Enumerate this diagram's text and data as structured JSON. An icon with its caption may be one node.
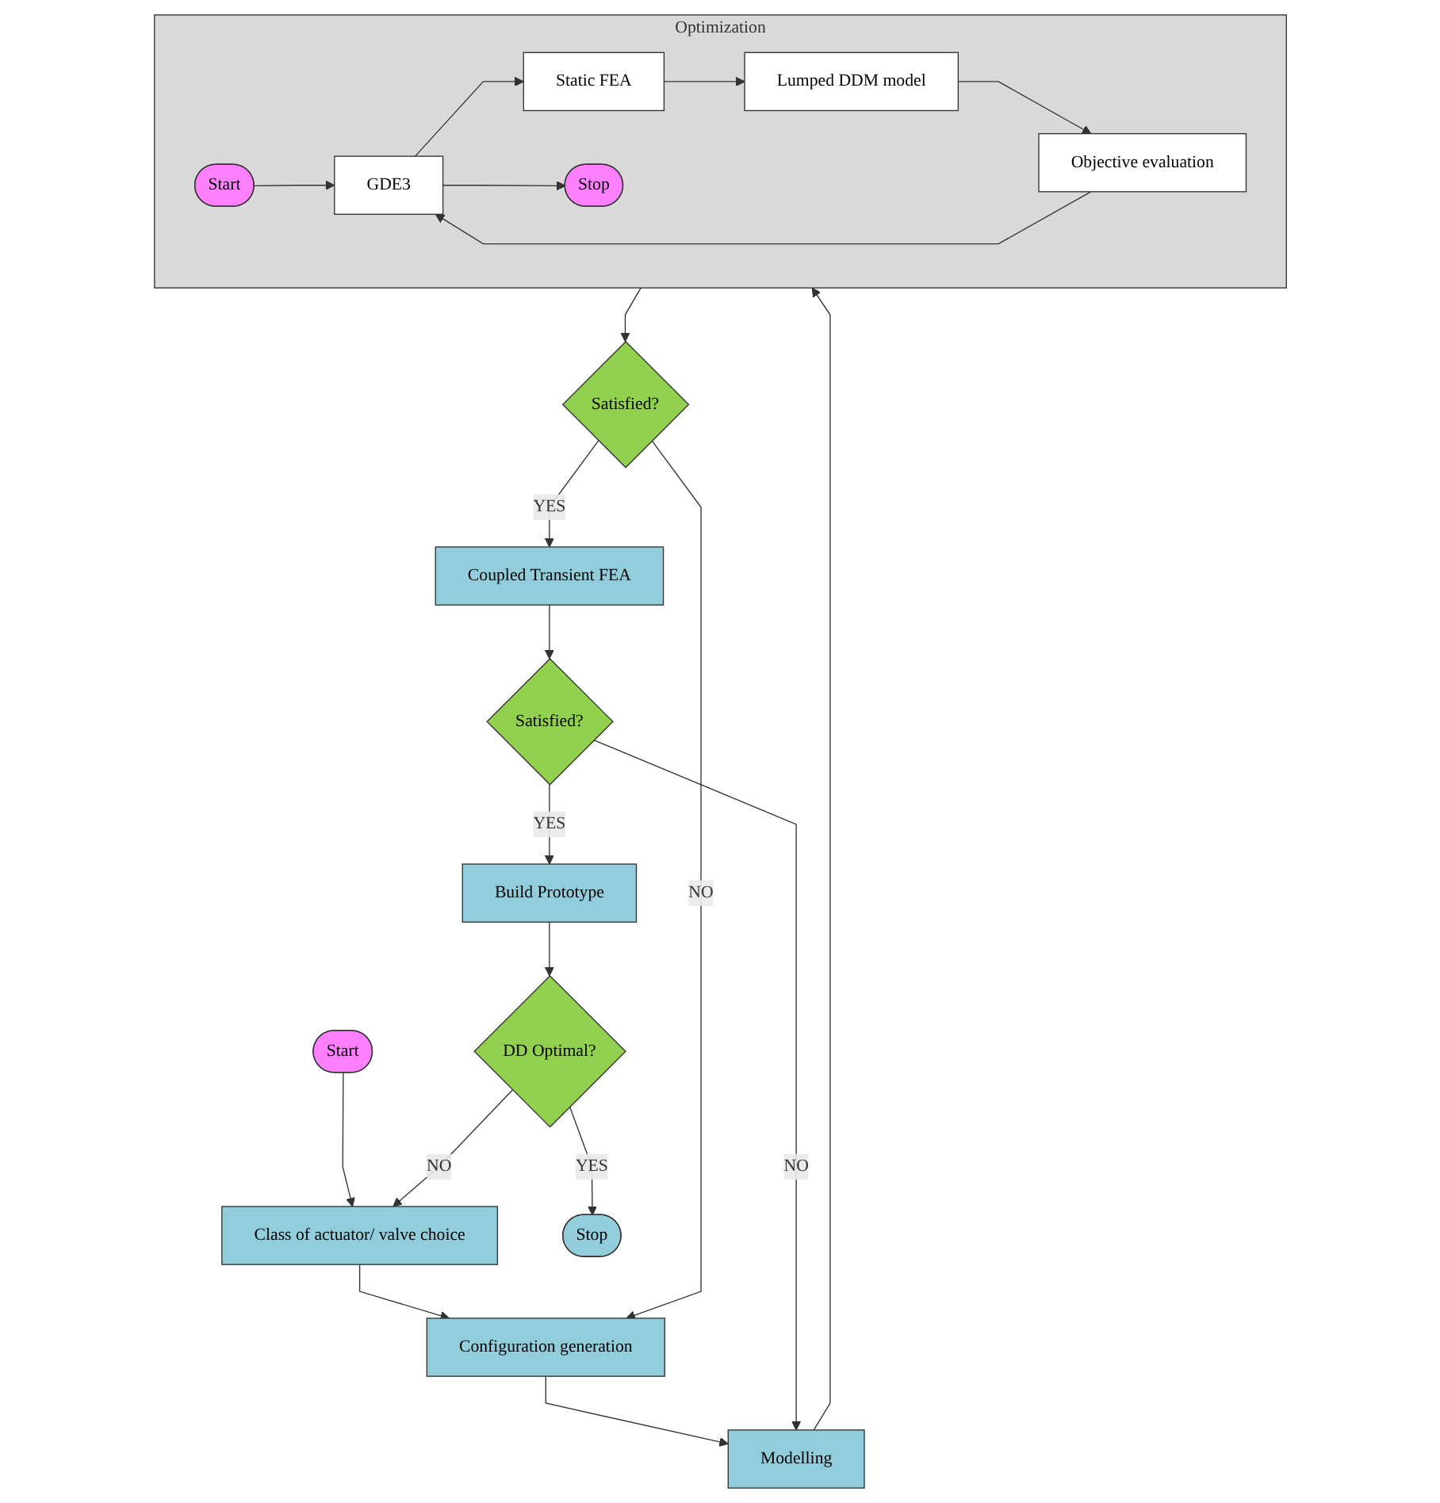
{
  "diagram": {
    "nodes": [
      {
        "text": [
          "Start"
        ]
      },
      {
        "text": [
          "Class of actuator/ valve choice"
        ]
      },
      {
        "text": [
          "Configuration generation"
        ]
      },
      {
        "text": [
          "Modelling"
        ]
      },
      {
        "text": [
          "Optimization"
        ]
      },
      {
        "text": [
          "Start"
        ],
        "in": 4
      },
      {
        "text": [
          "GDE3"
        ],
        "in": 4
      },
      {
        "text": [
          "Static FEA"
        ],
        "in": 4
      },
      {
        "text": [
          "Stop"
        ],
        "in": 4
      },
      {
        "text": [
          "Objective evaluation"
        ],
        "in": 4
      },
      {
        "text": [
          "Lumped DDM model"
        ],
        "in": 4
      },
      {
        "text": [
          "Satisfied?"
        ]
      },
      {
        "text": [
          "Coupled Transient FEA"
        ]
      },
      {
        "text": [
          "Satisfied?"
        ]
      },
      {
        "text": [
          "Build Prototype"
        ]
      },
      {
        "text": [
          "DD Optimal?"
        ]
      },
      {
        "text": [
          "Stop"
        ]
      }
    ],
    "edges": [
      {
        "from": 0,
        "to": 1,
        "arrow": "to"
      },
      {
        "from": 1,
        "to": 2,
        "arrow": "to"
      },
      {
        "from": 2,
        "to": 3,
        "arrow": "to"
      },
      {
        "from": 3,
        "to": 4,
        "arrow": "to"
      },
      {
        "from": 5,
        "to": 6,
        "arrow": "to"
      },
      {
        "from": 6,
        "to": 7,
        "arrow": "to"
      },
      {
        "from": 7,
        "to": 10,
        "arrow": "to"
      },
      {
        "from": 10,
        "to": 9,
        "arrow": "to"
      },
      {
        "from": 9,
        "to": 6,
        "arrow": "to"
      },
      {
        "from": 6,
        "to": 8,
        "arrow": "to"
      },
      {
        "from": 4,
        "to": 11,
        "arrow": "to"
      },
      {
        "from": 11,
        "to": 2,
        "arrow": "to",
        "label": "NO"
      },
      {
        "from": 11,
        "to": 12,
        "arrow": "to",
        "label": "YES"
      },
      {
        "from": 12,
        "to": 13,
        "arrow": "to"
      },
      {
        "from": 13,
        "to": 3,
        "arrow": "to",
        "label": "NO"
      },
      {
        "from": 13,
        "to": 14,
        "arrow": "to",
        "label": "YES"
      },
      {
        "from": 14,
        "to": 15,
        "arrow": "to"
      },
      {
        "from": 15,
        "to": 1,
        "arrow": "to",
        "label": "NO"
      },
      {
        "from": 15,
        "to": 16,
        "arrow": "to",
        "label": "YES"
      }
    ]
  }
}
